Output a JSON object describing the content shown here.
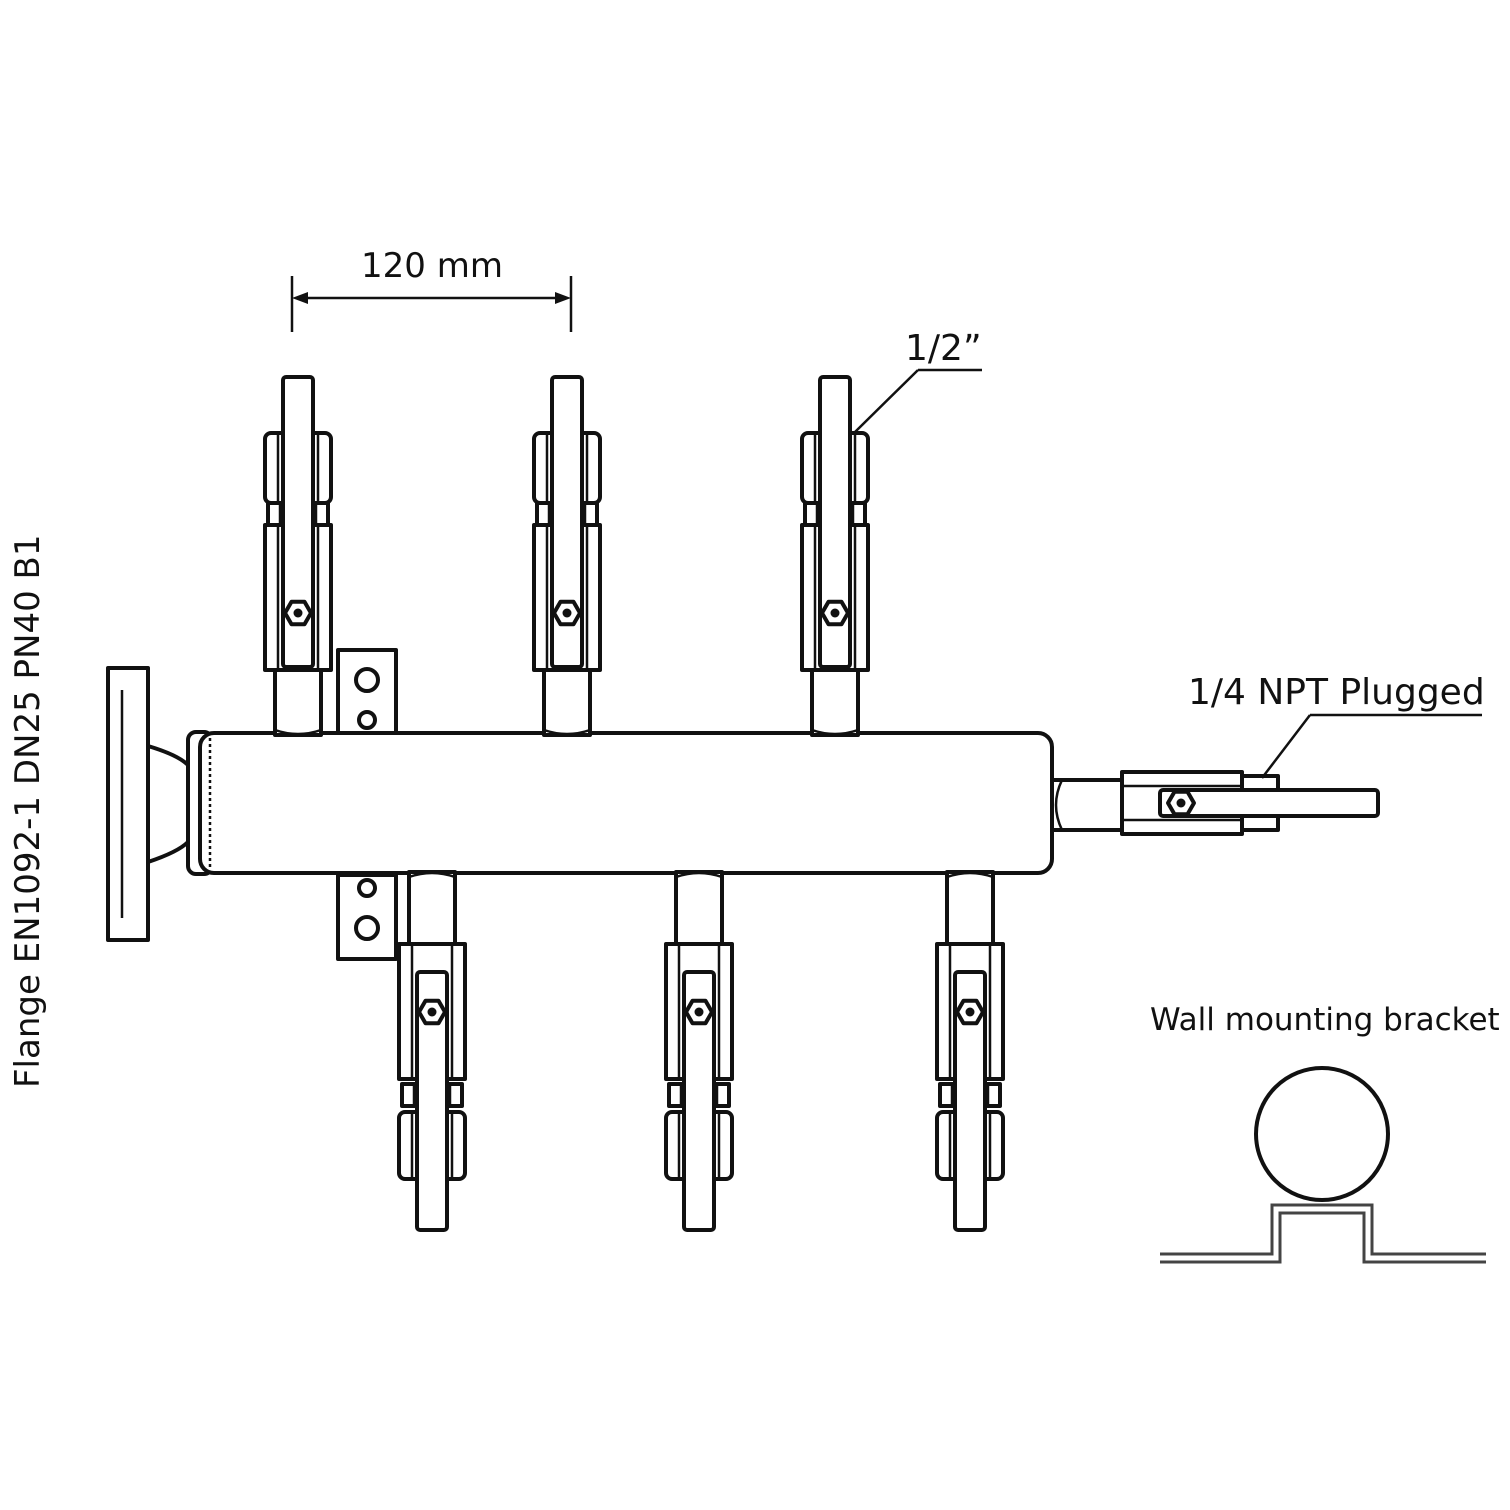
{
  "labels": {
    "spacing": "120 mm",
    "port_size": "1/2”",
    "end_port": "1/4 NPT Plugged",
    "bracket": "Wall mounting bracket",
    "flange": "Flange EN1092-1 DN25 PN40 B1"
  },
  "colors": {
    "line": "#111111",
    "background": "#ffffff",
    "bracket_line": "#444444"
  },
  "outlets": {
    "top_count": 3,
    "bottom_count": 3
  }
}
